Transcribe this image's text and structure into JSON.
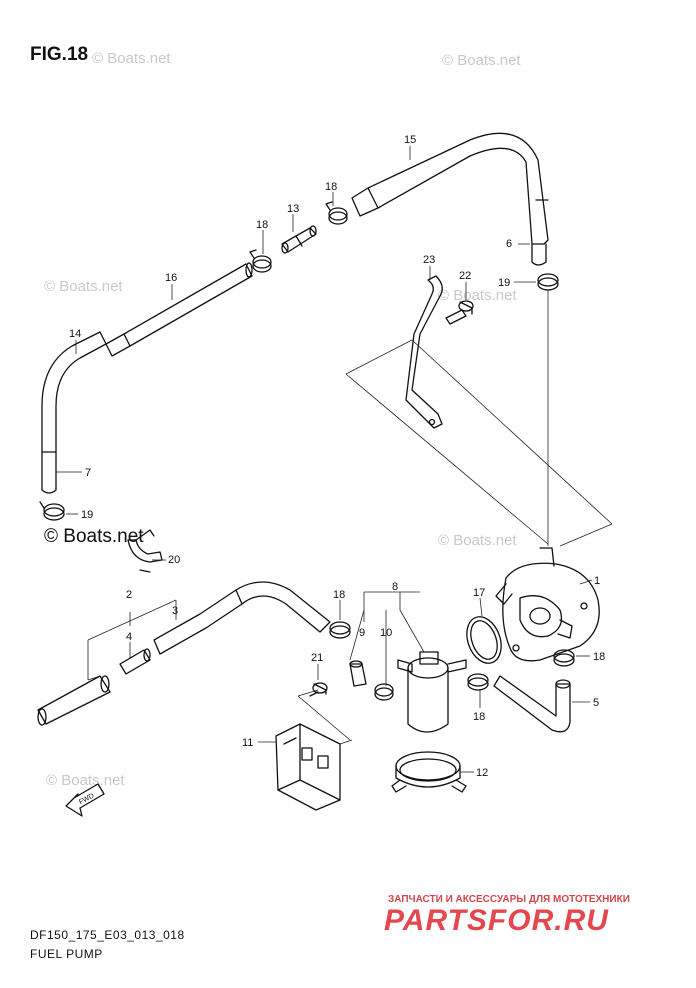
{
  "figure": {
    "title": "FIG.18"
  },
  "watermarks": {
    "text": "© Boats.net",
    "dark_text": "© Boats.net"
  },
  "footer": {
    "code": "DF150_175_E03_013_018",
    "name": "FUEL PUMP"
  },
  "shop": {
    "tagline": "ЗАПЧАСТИ И АКСЕССУАРЫ ДЛЯ МОТОТЕХНИКИ",
    "brand": "PARTSFOR.RU",
    "color": "#e4484f"
  },
  "fwd_marker": {
    "label": "FWD"
  },
  "part_numbers": {
    "p1": "1",
    "p2": "2",
    "p3": "3",
    "p4": "4",
    "p5": "5",
    "p6": "6",
    "p7": "7",
    "p8": "8",
    "p9": "9",
    "p10": "10",
    "p11": "11",
    "p12": "12",
    "p13": "13",
    "p14": "14",
    "p15": "15",
    "p16": "16",
    "p17": "17",
    "p18a": "18",
    "p18b": "18",
    "p18c": "18",
    "p18d": "18",
    "p18e": "18",
    "p19a": "19",
    "p19b": "19",
    "p20": "20",
    "p21": "21",
    "p22": "22",
    "p23": "23"
  }
}
